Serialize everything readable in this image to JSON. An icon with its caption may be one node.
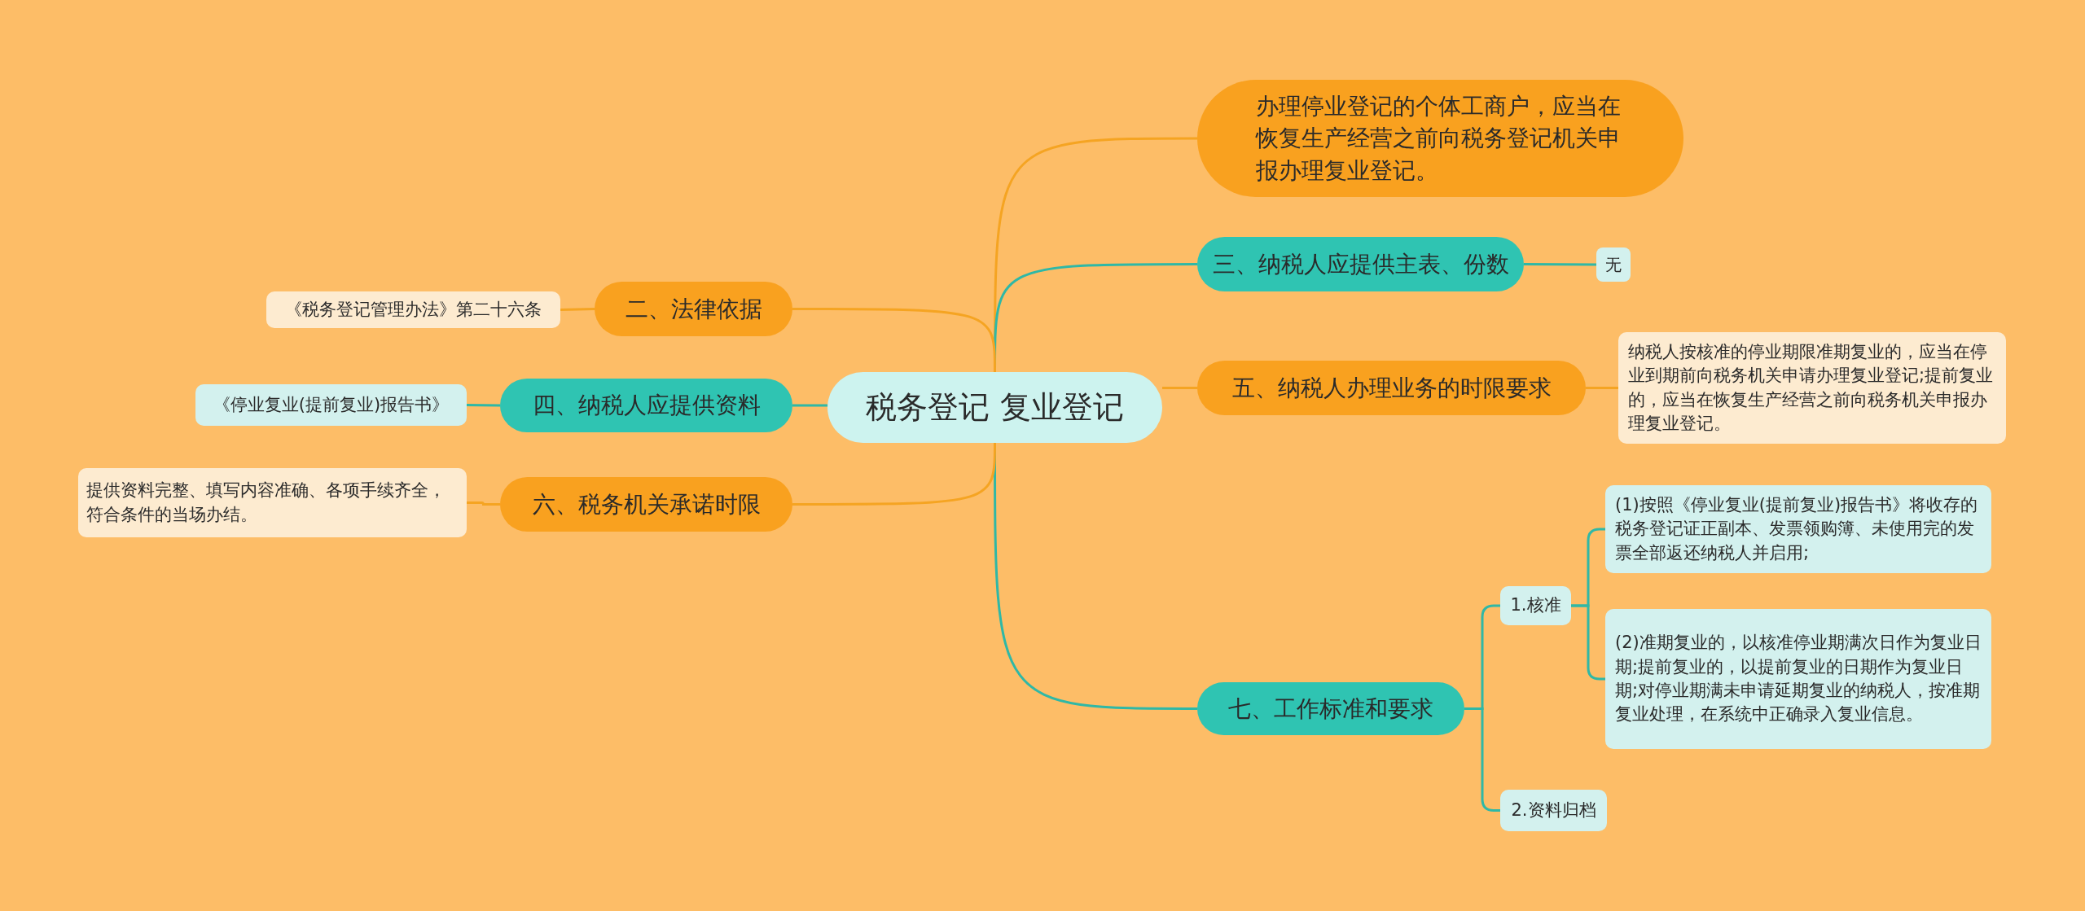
{
  "diagram": {
    "nodes": [
      {
        "text": [
          "税务登记 复业登记"
        ]
      },
      {
        "text": [
          "办理停业登记的个体工商户，应当在恢复生产经营之前向税务登记机关申报办理复业登记。"
        ]
      },
      {
        "text": [
          "三、纳税人应提供主表、份数"
        ]
      },
      {
        "text": [
          "无"
        ]
      },
      {
        "text": [
          "五、纳税人办理业务的时限要求"
        ]
      },
      {
        "text": [
          "纳税人按核准的停业期限准期复业的，应当在停业到期前向税务机关申请办理复业登记;提前复业的，应当在恢复生产经营之前向税务机关申报办理复业登记。"
        ]
      },
      {
        "text": [
          "七、工作标准和要求"
        ]
      },
      {
        "text": [
          "1.核准"
        ]
      },
      {
        "text": [
          "(1)按照《停业复业(提前复业)报告书》将收存的税务登记证正副本、发票领购簿、未使用完的发票全部返还纳税人并启用;"
        ]
      },
      {
        "text": [
          "(2)准期复业的，以核准停业期满次日作为复业日期;提前复业的，以提前复业的日期作为复业日期;对停业期满未申请延期复业的纳税人，按准期复业处理，在系统中正确录入复业信息。"
        ]
      },
      {
        "text": [
          "2.资料归档"
        ]
      },
      {
        "text": [
          "二、法律依据"
        ]
      },
      {
        "text": [
          "《税务登记管理办法》第二十六条"
        ]
      },
      {
        "text": [
          "四、纳税人应提供资料"
        ]
      },
      {
        "text": [
          "《停业复业(提前复业)报告书》"
        ]
      },
      {
        "text": [
          "六、税务机关承诺时限"
        ]
      },
      {
        "text": [
          "提供资料完整、填写内容准确、各项手续齐全，符合条件的当场办结。"
        ]
      }
    ],
    "edges": [
      {
        "from": 0,
        "to": 1,
        "arrow": "none",
        "color": "#f5a422"
      },
      {
        "from": 0,
        "to": 2,
        "arrow": "none"
      },
      {
        "from": 2,
        "to": 3,
        "arrow": "none"
      },
      {
        "from": 0,
        "to": 4,
        "arrow": "none",
        "color": "#f5a422"
      },
      {
        "from": 4,
        "to": 5,
        "arrow": "none",
        "color": "#f5a422"
      },
      {
        "from": 0,
        "to": 6,
        "arrow": "none"
      },
      {
        "from": 6,
        "to": 7,
        "arrow": "none"
      },
      {
        "from": 7,
        "to": 8,
        "arrow": "none"
      },
      {
        "from": 7,
        "to": 9,
        "arrow": "none"
      },
      {
        "from": 6,
        "to": 10,
        "arrow": "none"
      },
      {
        "from": 0,
        "to": 11,
        "arrow": "none",
        "color": "#f5a422"
      },
      {
        "from": 11,
        "to": 12,
        "arrow": "none",
        "color": "#f5a422"
      },
      {
        "from": 0,
        "to": 13,
        "arrow": "none"
      },
      {
        "from": 13,
        "to": 14,
        "arrow": "none"
      },
      {
        "from": 0,
        "to": 15,
        "arrow": "none",
        "color": "#f5a422"
      },
      {
        "from": 15,
        "to": 16,
        "arrow": "none",
        "color": "#f5a422"
      }
    ]
  }
}
